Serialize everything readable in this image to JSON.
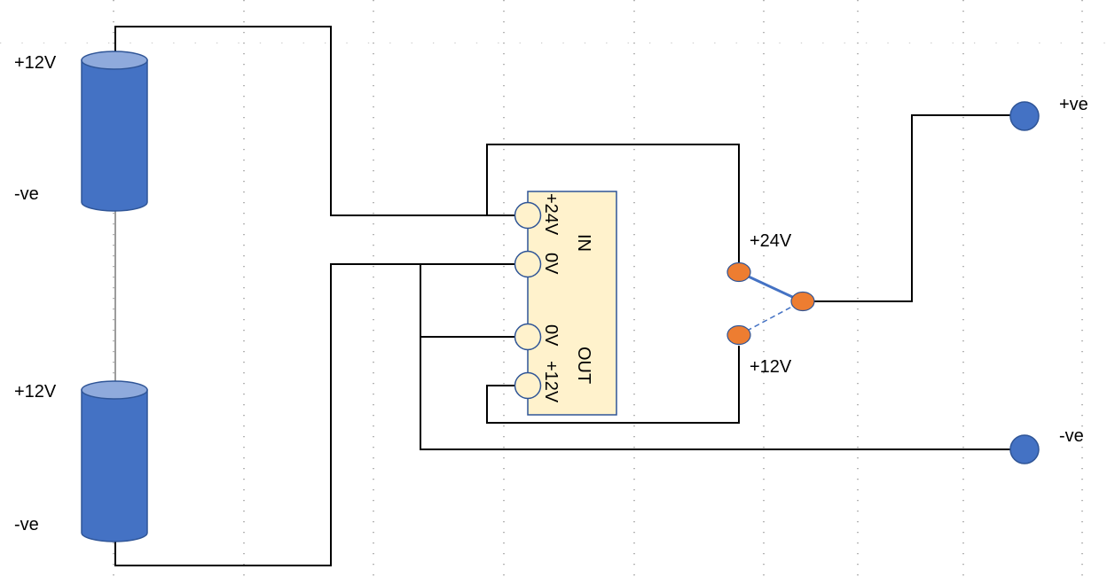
{
  "batteries": {
    "top": {
      "pos_label": "+12V",
      "neg_label": "-ve"
    },
    "bottom": {
      "pos_label": "+12V",
      "neg_label": "-ve"
    }
  },
  "converter": {
    "in_label": "IN",
    "out_label": "OUT",
    "pins": [
      {
        "name": "in-plus-24v",
        "label": "+24V"
      },
      {
        "name": "in-0v",
        "label": "0V"
      },
      {
        "name": "out-0v",
        "label": "0V"
      },
      {
        "name": "out-plus-12v",
        "label": "+12V"
      }
    ]
  },
  "switch": {
    "upper_label": "+24V",
    "lower_label": "+12V"
  },
  "outputs": {
    "positive_label": "+ve",
    "negative_label": "-ve"
  },
  "colors": {
    "battery_body": "#4472c4",
    "battery_cap": "#8faadc",
    "battery_outline": "#2f5597",
    "converter_fill": "#fff2cc",
    "converter_stroke": "#2f5597",
    "pin_fill": "#fff2cc",
    "switch_contact": "#ed7d31",
    "terminal": "#4472c4",
    "switch_blade": "#4472c4"
  }
}
